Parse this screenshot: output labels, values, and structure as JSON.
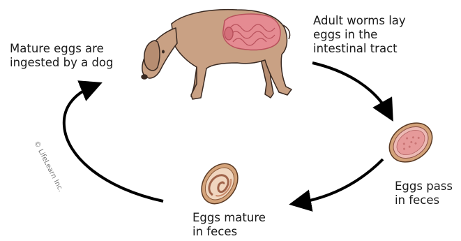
{
  "captions": {
    "ingest": [
      "Mature eggs are",
      "ingested by a dog"
    ],
    "adult": [
      "Adult worms lay",
      "eggs in the",
      "intestinal tract"
    ],
    "pass": [
      "Eggs pass",
      "in feces"
    ],
    "mature": [
      "Eggs mature",
      "in feces"
    ]
  },
  "copyright": "© LifeLearn Inc.",
  "colors": {
    "dog_fur": "#c9a184",
    "dog_outline": "#3a2a22",
    "intestine": "#e58b92",
    "intestine_dark": "#b8515c",
    "egg_shell": "#d4a37a",
    "egg_inner": "#e69a9a",
    "arrow": "#000000"
  }
}
